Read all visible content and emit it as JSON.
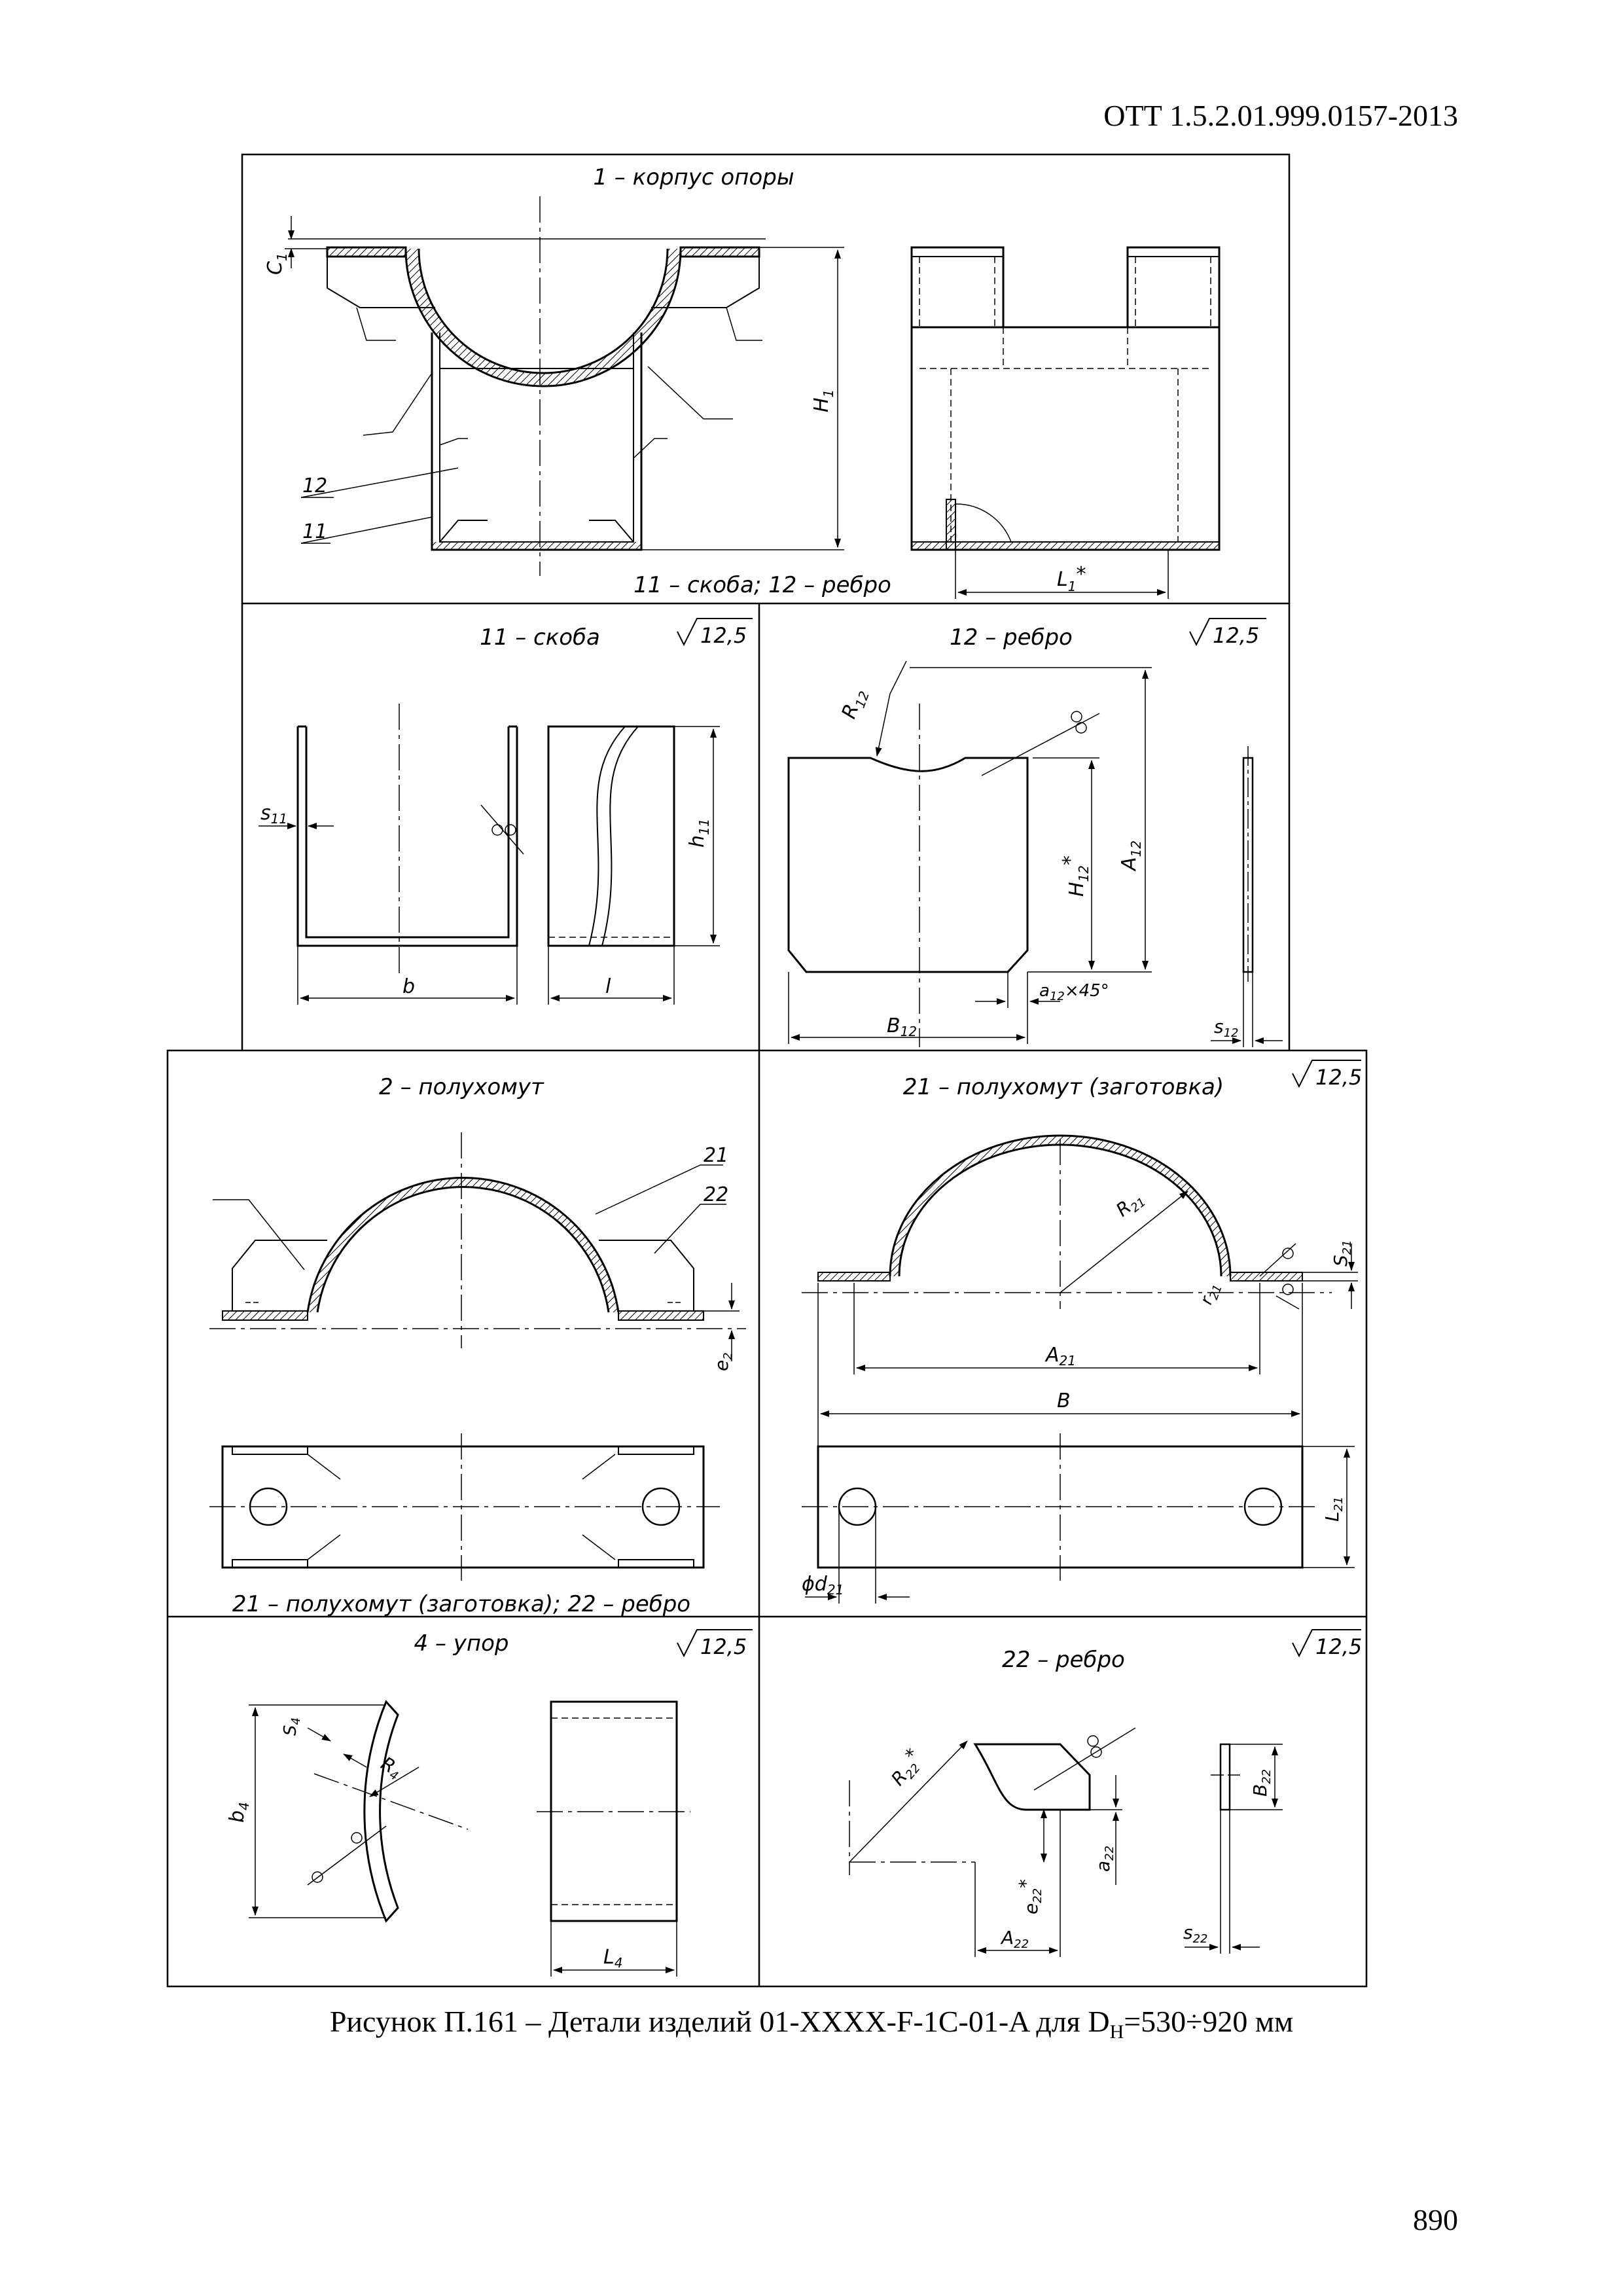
{
  "document_code": "ОТТ 1.5.2.01.999.0157-2013",
  "page_number": "890",
  "caption": {
    "text": "Рисунок П.161 – Детали изделий 01-XXXX-F-1C-01-A для D",
    "sub": "Н",
    "suffix": "=530÷920 мм"
  },
  "roughness": "12,5",
  "panels": {
    "p1": {
      "title": "1 – корпус опоры",
      "subtitle": "11 – скоба; 12 – ребро",
      "labels": {
        "c1": "C",
        "c1_sub": "1",
        "h1": "H",
        "h1_sub": "1",
        "l1": "L",
        "l1_sub": "1",
        "l1_star": "*",
        "n12": "12",
        "n11": "11"
      }
    },
    "p11": {
      "title": "11 – скоба",
      "labels": {
        "s": "s",
        "s_sub": "11",
        "h": "h",
        "h_sub": "11",
        "b": "b",
        "l": "l"
      }
    },
    "p12": {
      "title": "12 – ребро",
      "labels": {
        "r": "R",
        "r_sub": "12",
        "a": "A",
        "a_sub": "12",
        "h": "H",
        "h_sub": "12",
        "h_star": "*",
        "b": "B",
        "b_sub": "12",
        "chamfer": "a",
        "chamfer_sub": "12",
        "chamfer_suffix": "×45°",
        "s": "s",
        "s_sub": "12"
      }
    },
    "p2": {
      "title": "2 – полухомут",
      "subtitle": "21 – полухомут (заготовка); 22 – ребро",
      "labels": {
        "n21": "21",
        "n22": "22",
        "e": "e",
        "e_sub": "2"
      }
    },
    "p21": {
      "title": "21 – полухомут (заготовка)",
      "labels": {
        "r": "R",
        "r_sub": "21",
        "s": "S",
        "s_sub": "21",
        "rr": "r",
        "rr_sub": "21",
        "a": "A",
        "a_sub": "21",
        "b": "B",
        "l": "L",
        "l_sub": "21",
        "d": "ϕd",
        "d_sub": "21"
      }
    },
    "p4": {
      "title": "4 – упор",
      "labels": {
        "b": "b",
        "b_sub": "4",
        "s": "S",
        "s_sub": "4",
        "r": "R",
        "r_sub": "4",
        "l": "L",
        "l_sub": "4"
      }
    },
    "p22": {
      "title": "22 – ребро",
      "labels": {
        "r": "R",
        "r_sub": "22",
        "r_star": "*",
        "b": "B",
        "b_sub": "22",
        "a": "a",
        "a_sub": "22",
        "e": "e",
        "e_sub": "22",
        "e_star": "*",
        "aa": "A",
        "aa_sub": "22",
        "s": "s",
        "s_sub": "22"
      }
    }
  }
}
